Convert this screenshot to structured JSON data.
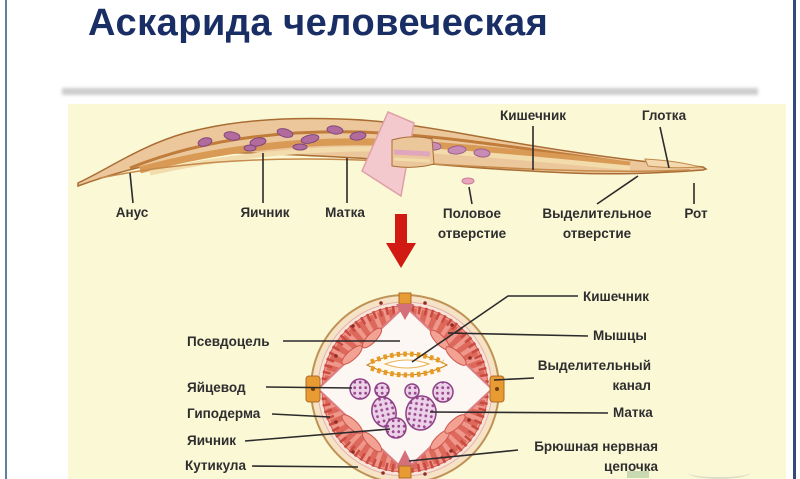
{
  "slide": {
    "title": "Аскарида человеческая"
  },
  "colors": {
    "title_blue": "#1a2e66",
    "panel_yellow": "#fbf8d6",
    "arrow_red": "#d11a12",
    "label_text": "#2e2e2e",
    "edge_line_left": "#5d80a4",
    "edge_line_right": "#2f4b7d"
  },
  "longitudinal": {
    "labels": {
      "intestine": "Кишечник",
      "pharynx": "Глотка",
      "anus": "Анус",
      "ovary": "Яичник",
      "uterus": "Матка",
      "genital_opening": [
        "Половое",
        "отверстие"
      ],
      "excretory_opening": [
        "Выделительное",
        "отверстие"
      ],
      "mouth": "Рот"
    }
  },
  "cross_section": {
    "labels": {
      "pseudocoel": "Псевдоцель",
      "oviduct": "Яйцевод",
      "hypodermis": "Гиподерма",
      "ovary": "Яичник",
      "cuticle": "Кутикула",
      "intestine": "Кишечник",
      "muscles": "Мышцы",
      "excretory_canal": [
        "Выделительный",
        "канал"
      ],
      "uterus": "Матка",
      "ventral_nerve_cord": [
        "Брюшная нервная",
        "цепочка"
      ]
    }
  }
}
